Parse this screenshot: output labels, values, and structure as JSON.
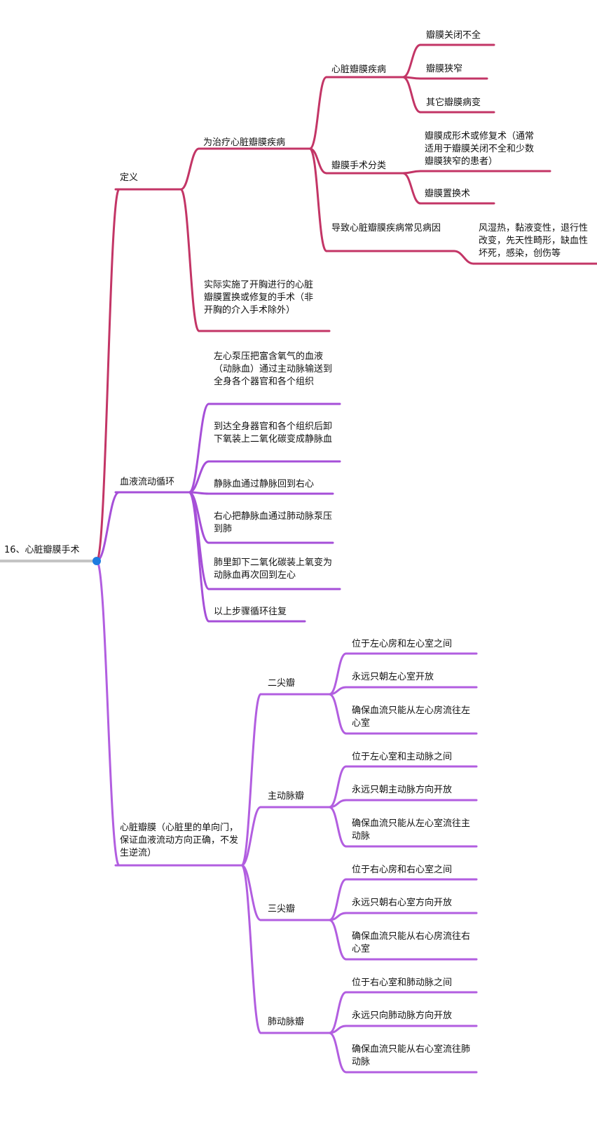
{
  "root": {
    "label": "16、心脏瓣膜手术"
  },
  "colors": {
    "root_line": "#c4c4c4",
    "root_dot": "#1e7be0",
    "branch_definition": "#c33566",
    "branch_circulation": "#a64fd8",
    "branch_valves": "#b25ee0"
  },
  "definition": {
    "label": "定义",
    "cause_group": {
      "label": "为治疗心脏瓣膜疾病",
      "disease": {
        "label": "心脏瓣膜疾病",
        "items": [
          "瓣膜关闭不全",
          "瓣膜狭窄",
          "其它瓣膜病变"
        ]
      },
      "surgery_types": {
        "label": "瓣膜手术分类",
        "items": [
          "瓣膜成形术或修复术（通常适用于瓣膜关闭不全和少数瓣膜狭窄的患者）",
          "瓣膜置换术"
        ]
      },
      "causes": {
        "label": "导致心脏瓣膜疾病常见病因",
        "detail": "风湿热，黏液变性，退行性改变，先天性畸形，缺血性坏死，感染，创伤等"
      }
    },
    "actual": "实际实施了开胸进行的心脏瓣膜置换或修复的手术（非开胸的介入手术除外）"
  },
  "circulation": {
    "label": "血液流动循环",
    "steps": [
      "左心泵压把富含氧气的血液（动脉血）通过主动脉输送到全身各个器官和各个组织",
      "到达全身器官和各个组织后卸下氧装上二氧化碳变成静脉血",
      "静脉血通过静脉回到右心",
      "右心把静脉血通过肺动脉泵压到肺",
      "肺里卸下二氧化碳装上氧变为动脉血再次回到左心",
      "以上步骤循环往复"
    ]
  },
  "valves": {
    "label": "心脏瓣膜（心脏里的单向门，保证血液流动方向正确，不发生逆流）",
    "groups": [
      {
        "name": "二尖瓣",
        "items": [
          "位于左心房和左心室之间",
          "永远只朝左心室开放",
          "确保血流只能从左心房流往左心室"
        ]
      },
      {
        "name": "主动脉瓣",
        "items": [
          "位于左心室和主动脉之间",
          "永远只朝主动脉方向开放",
          "确保血流只能从左心室流往主动脉"
        ]
      },
      {
        "name": "三尖瓣",
        "items": [
          "位于右心房和右心室之间",
          "永远只朝右心室方向开放",
          "确保血流只能从右心房流往右心室"
        ]
      },
      {
        "name": "肺动脉瓣",
        "items": [
          "位于右心室和肺动脉之间",
          "永远只向肺动脉方向开放",
          "确保血流只能从右心室流往肺动脉"
        ]
      }
    ]
  }
}
